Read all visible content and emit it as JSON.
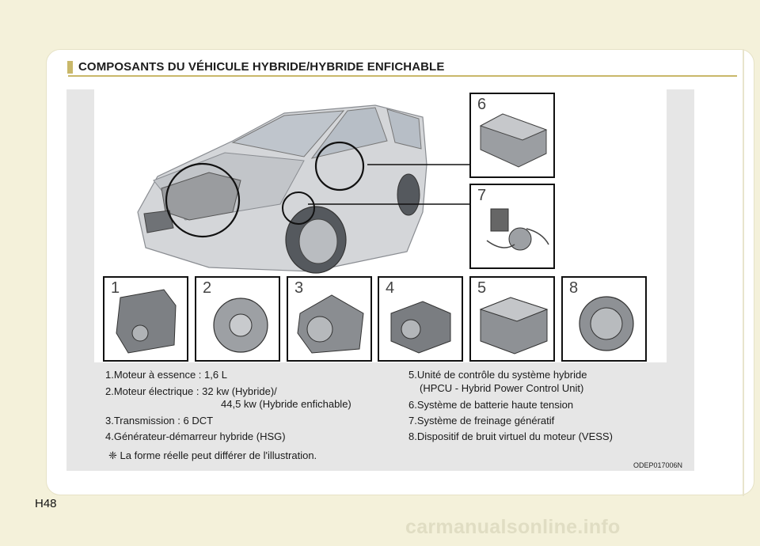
{
  "section": {
    "title": "COMPOSANTS DU VÉHICULE HYBRIDE/HYBRIDE ENFICHABLE"
  },
  "figure": {
    "part_numbers": [
      "1",
      "2",
      "3",
      "4",
      "5",
      "6",
      "7",
      "8"
    ],
    "code": "ODEP017006N"
  },
  "captions": {
    "item1": "1.Moteur à essence : 1,6 L",
    "item2": "2.Moteur électrique : 32 kw (Hybride)/",
    "item2_cont": "44,5 kw (Hybride enfichable)",
    "item3": "3.Transmission : 6 DCT",
    "item4": "4.Générateur-démarreur hybride (HSG)",
    "item5": "5.Unité de contrôle du système hybride",
    "item5_cont": "(HPCU - Hybrid Power Control Unit)",
    "item6": "6.Système de batterie haute tension",
    "item7": "7.Système de freinage génératif",
    "item8": "8.Dispositif de bruit virtuel du moteur (VESS)"
  },
  "note": "❈ La forme réelle peut différer de l'illustration.",
  "page_number": "H48",
  "watermark": "carmanualsonline.info",
  "colors": {
    "page_bg": "#f4f1da",
    "accent": "#c9b86a",
    "figure_bg": "#e6e6e6"
  }
}
